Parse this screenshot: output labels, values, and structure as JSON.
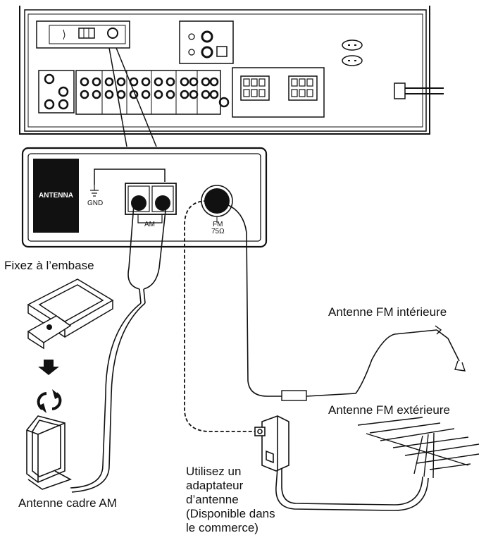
{
  "panel": {
    "antenna_badge": "ANTENNA",
    "gnd_label": "GND",
    "am_label": "AM",
    "fm_label": "FM",
    "fm_impedance": "75Ω"
  },
  "labels": {
    "base_instruction": "Fixez à l’embase",
    "fm_indoor": "Antenne FM intérieure",
    "fm_outdoor": "Antenne FM extérieure",
    "am_loop": "Antenne cadre AM",
    "adapter_note": [
      "Utilisez un",
      "adaptateur",
      "d’antenne",
      "(Disponible dans",
      "le commerce)"
    ]
  }
}
